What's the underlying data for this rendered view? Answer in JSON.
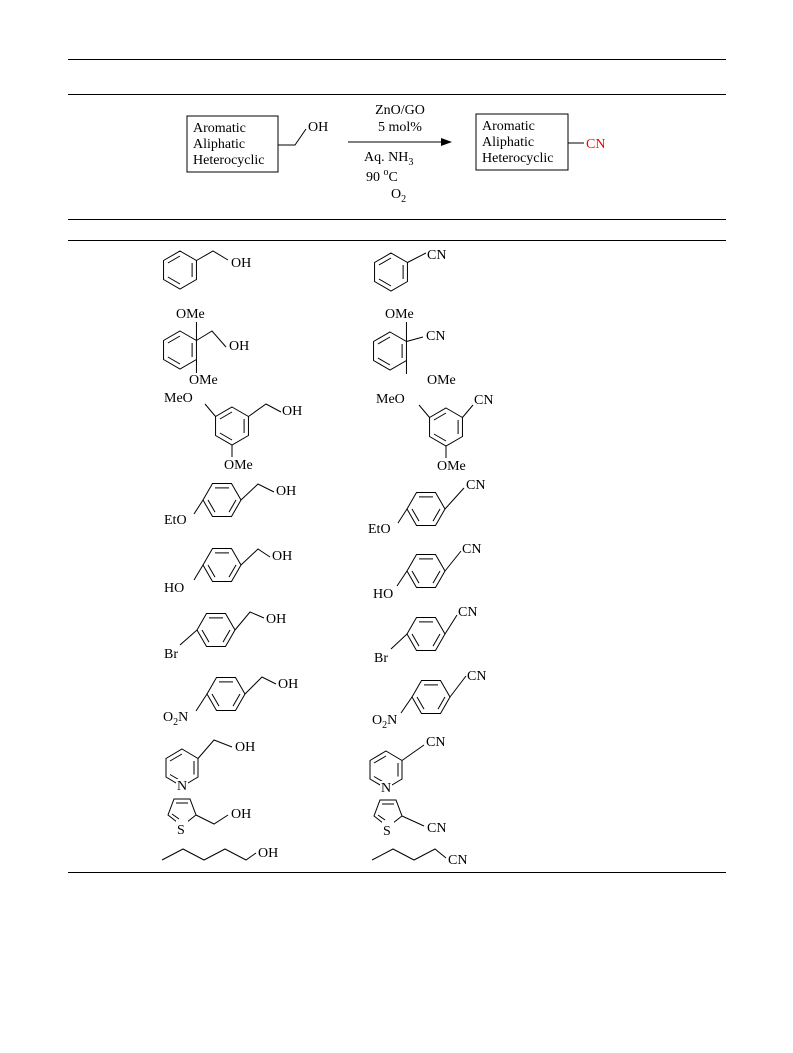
{
  "scheme": {
    "substrate_box": [
      "Aromatic",
      "Aliphatic",
      "Heterocyclic"
    ],
    "substrate_group": "OH",
    "conditions_above": [
      "ZnO/GO",
      "5 mol%"
    ],
    "conditions_below": [
      "Aq. NH",
      "90 ",
      "O"
    ],
    "nh3_sub": "3",
    "temp_sup": "o",
    "temp_unit": "C",
    "o2_sub": "2",
    "product_box": [
      "Aromatic",
      "Aliphatic",
      "Heterocyclic"
    ],
    "product_group": "CN",
    "product_group_color": "#ff0000"
  },
  "rows": [
    {
      "substrate": "benzyl alcohol",
      "product": "benzonitrile",
      "sub_labels": [
        "OH"
      ],
      "prod_labels": [
        "CN"
      ]
    },
    {
      "substrate": "2,6-dimethoxybenzyl alcohol",
      "product": "2,6-dimethoxybenzonitrile",
      "sub_labels": [
        "OMe",
        "OH",
        "OMe"
      ],
      "prod_labels": [
        "OMe",
        "CN",
        "OMe"
      ]
    },
    {
      "substrate": "3,5-dimethoxybenzyl alcohol",
      "product": "3,5-dimethoxybenzonitrile",
      "sub_labels": [
        "MeO",
        "OH",
        "OMe"
      ],
      "prod_labels": [
        "MeO",
        "CN",
        "OMe"
      ]
    },
    {
      "substrate": "4-ethoxybenzyl alcohol",
      "product": "4-ethoxybenzonitrile",
      "sub_labels": [
        "OH",
        "EtO"
      ],
      "prod_labels": [
        "CN",
        "EtO"
      ]
    },
    {
      "substrate": "4-hydroxybenzyl alcohol",
      "product": "4-hydroxybenzonitrile",
      "sub_labels": [
        "OH",
        "HO"
      ],
      "prod_labels": [
        "CN",
        "HO"
      ]
    },
    {
      "substrate": "4-bromobenzyl alcohol",
      "product": "4-bromobenzonitrile",
      "sub_labels": [
        "OH",
        "Br"
      ],
      "prod_labels": [
        "CN",
        "Br"
      ]
    },
    {
      "substrate": "4-nitrobenzyl alcohol",
      "product": "4-nitrobenzonitrile",
      "sub_labels": [
        "OH",
        "O",
        "2",
        "N"
      ],
      "prod_labels": [
        "CN",
        "O",
        "2",
        "N"
      ]
    },
    {
      "substrate": "3-pyridinemethanol",
      "product": "3-cyanopyridine",
      "sub_labels": [
        "OH",
        "N"
      ],
      "prod_labels": [
        "CN",
        "N"
      ]
    },
    {
      "substrate": "2-thiophenemethanol",
      "product": "2-thiophenecarbonitrile",
      "sub_labels": [
        "OH",
        "S"
      ],
      "prod_labels": [
        "CN",
        "S"
      ]
    },
    {
      "substrate": "1-pentanol",
      "product": "pentanenitrile",
      "sub_labels": [
        "OH"
      ],
      "prod_labels": [
        "CN"
      ]
    }
  ]
}
